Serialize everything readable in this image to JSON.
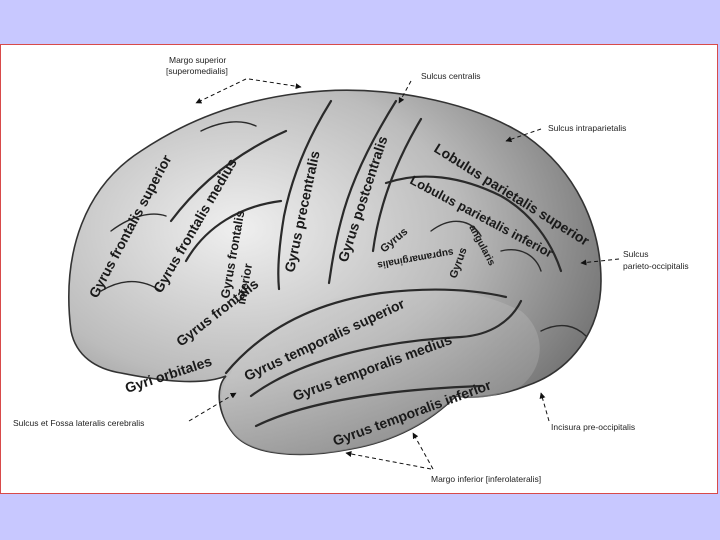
{
  "colors": {
    "page_background": "#c8c8ff",
    "slide_background": "#ffffff",
    "slide_border": "#d84a4a",
    "brain_light": "#e6e6e6",
    "brain_dark": "#6f6f6f",
    "sulcus_line": "#2a2a2a",
    "text": "#1a1a1a"
  },
  "callouts": {
    "margo_superior": "Margo superior",
    "margo_superior_alt": "[superomedialis]",
    "sulcus_centralis": "Sulcus centralis",
    "sulcus_intraparietalis": "Sulcus intraparietalis",
    "sulcus_parieto_occipitalis_1": "Sulcus",
    "sulcus_parieto_occipitalis_2": "parieto-occipitalis",
    "sulcus_lateralis": "Sulcus et Fossa lateralis cerebralis",
    "incisura_pre_occipitalis": "Incisura pre-occipitalis",
    "margo_inferior": "Margo inferior [inferolateralis]"
  },
  "gyri": {
    "frontalis_superior": "Gyrus frontalis superior",
    "frontalis_medius": "Gyrus frontalis medius",
    "frontalis_inferior_1": "Gyrus frontalis",
    "frontalis_inferior_2": "inferior",
    "orbitales": "Gyri orbitales",
    "frontalis_low": "Gyrus frontalis",
    "precentralis": "Gyrus precentralis",
    "postcentralis": "Gyrus postcentralis",
    "lobulus_superior": "Lobulus parietalis superior",
    "lobulus_inferior": "Lobulus parietalis inferior",
    "supramarginalis_1": "Gyrus",
    "supramarginalis_2": "supramarginalis",
    "angularis_1": "Gyrus",
    "angularis_2": "angularis",
    "temporalis_superior": "Gyrus temporalis superior",
    "temporalis_medius": "Gyrus temporalis medius",
    "temporalis_inferior": "Gyrus temporalis inferior"
  }
}
